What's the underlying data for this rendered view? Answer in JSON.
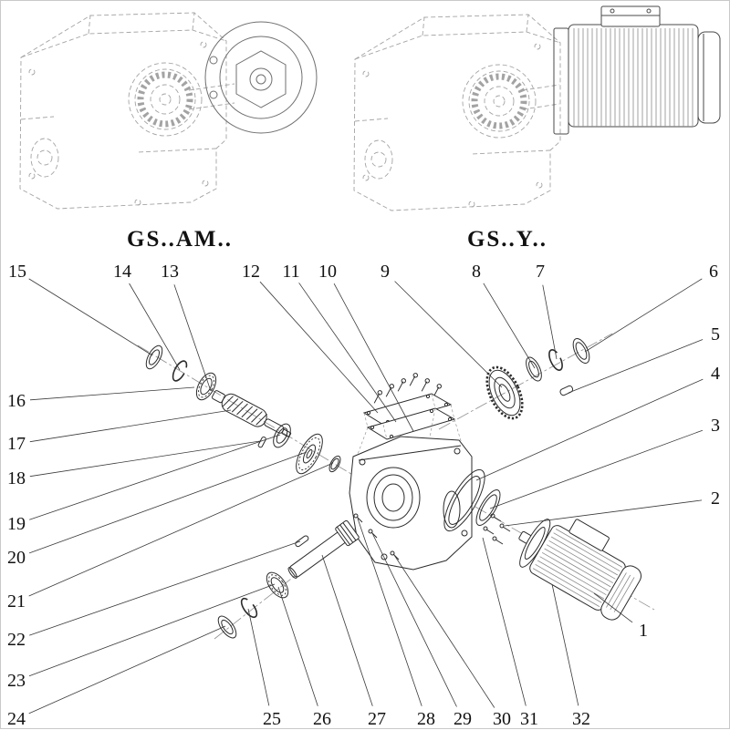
{
  "diagram": {
    "variants": [
      {
        "label": "GS..AM.."
      },
      {
        "label": "GS..Y.."
      }
    ],
    "callouts": [
      {
        "label": "1"
      },
      {
        "label": "2"
      },
      {
        "label": "3"
      },
      {
        "label": "4"
      },
      {
        "label": "5"
      },
      {
        "label": "6"
      },
      {
        "label": "7"
      },
      {
        "label": "8"
      },
      {
        "label": "9"
      },
      {
        "label": "10"
      },
      {
        "label": "11"
      },
      {
        "label": "12"
      },
      {
        "label": "13"
      },
      {
        "label": "14"
      },
      {
        "label": "15"
      },
      {
        "label": "16"
      },
      {
        "label": "17"
      },
      {
        "label": "18"
      },
      {
        "label": "19"
      },
      {
        "label": "20"
      },
      {
        "label": "21"
      },
      {
        "label": "22"
      },
      {
        "label": "23"
      },
      {
        "label": "24"
      },
      {
        "label": "25"
      },
      {
        "label": "26"
      },
      {
        "label": "27"
      },
      {
        "label": "28"
      },
      {
        "label": "29"
      },
      {
        "label": "30"
      },
      {
        "label": "31"
      },
      {
        "label": "32"
      }
    ]
  }
}
